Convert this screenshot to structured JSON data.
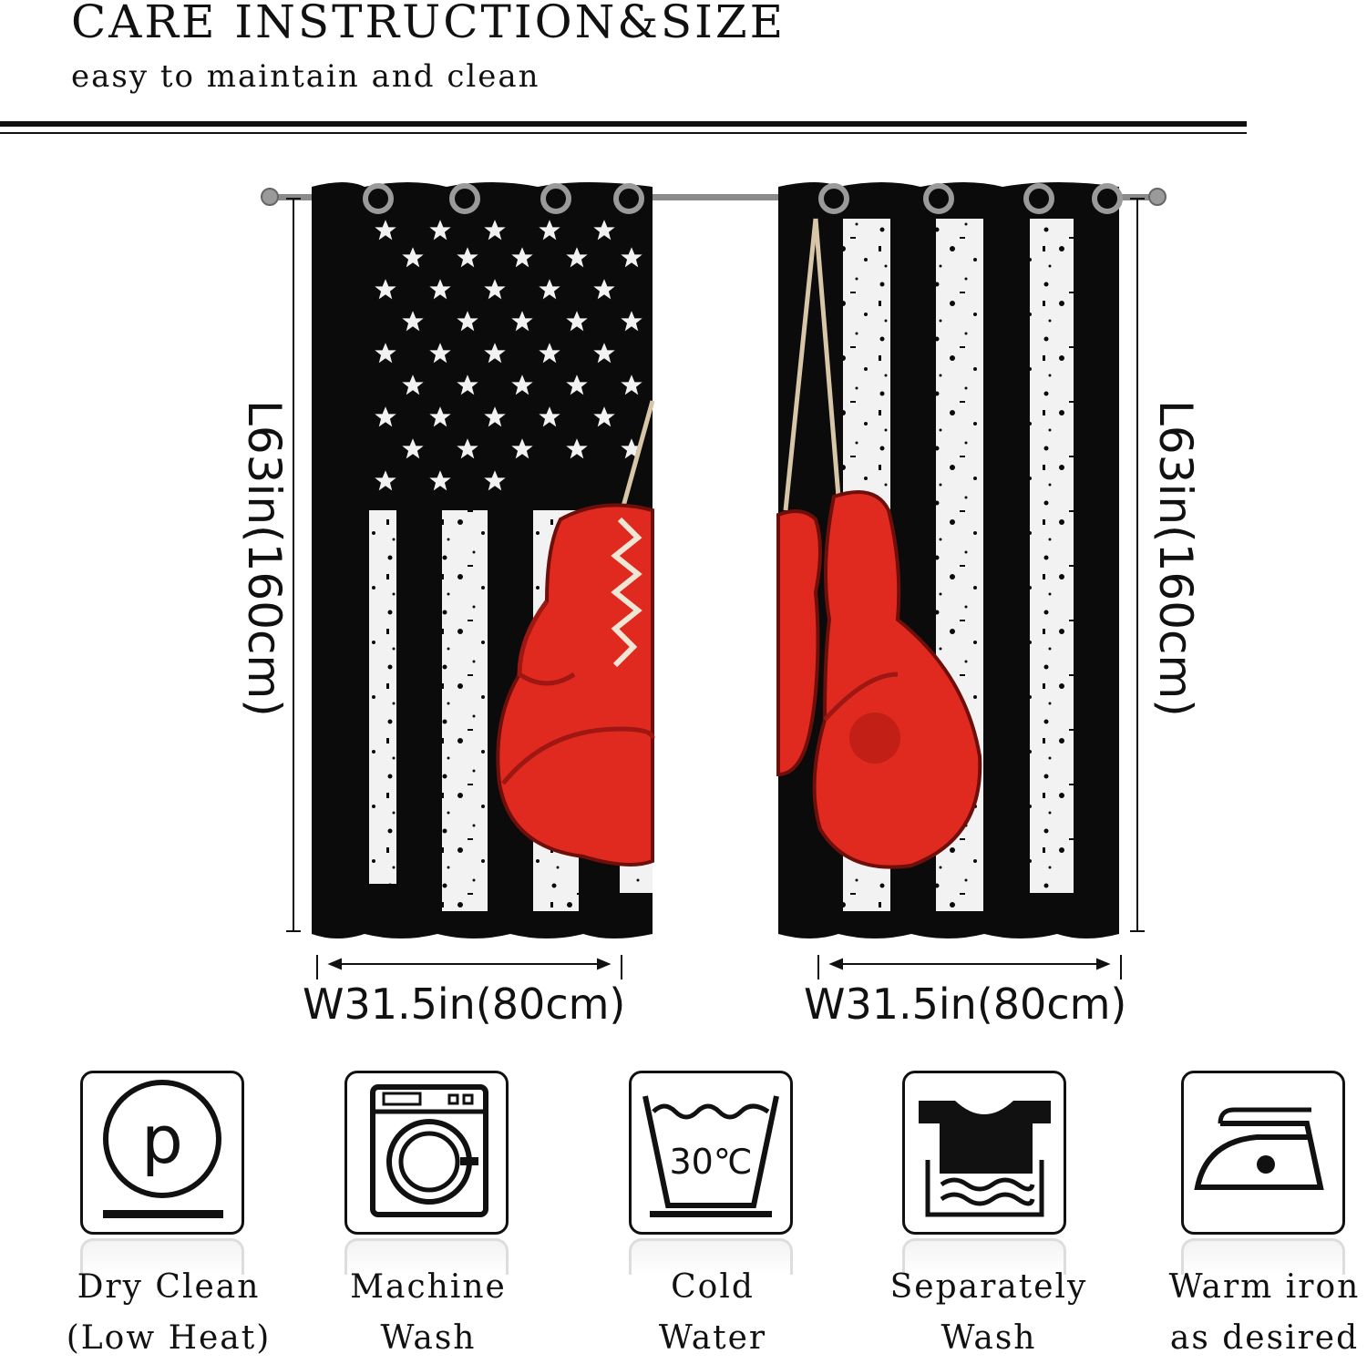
{
  "header": {
    "title": "CARE INSTRUCTION&SIZE",
    "subtitle": "easy to maintain and clean"
  },
  "dimensions": {
    "length_left": "L63in(160cm)",
    "length_right": "L63in(160cm)",
    "width_left": "W31.5in(80cm)",
    "width_right": "W31.5in(80cm)"
  },
  "care": [
    {
      "icon": "dry-clean-icon",
      "line1": "Dry Clean",
      "line2": "(Low Heat)"
    },
    {
      "icon": "washing-machine-icon",
      "line1": "Machine",
      "line2": "Wash"
    },
    {
      "icon": "wash-tub-icon",
      "line1": "Cold",
      "line2": "Water",
      "temp": "30℃"
    },
    {
      "icon": "separate-wash-icon",
      "line1": "Separately",
      "line2": "Wash"
    },
    {
      "icon": "iron-icon",
      "line1": "Warm iron",
      "line2": "as desired"
    }
  ],
  "colors": {
    "curtain": "#0b0b0b",
    "stripe": "#f2f2f2",
    "glove": "#e02a1f",
    "glove_dark": "#9e1712"
  }
}
